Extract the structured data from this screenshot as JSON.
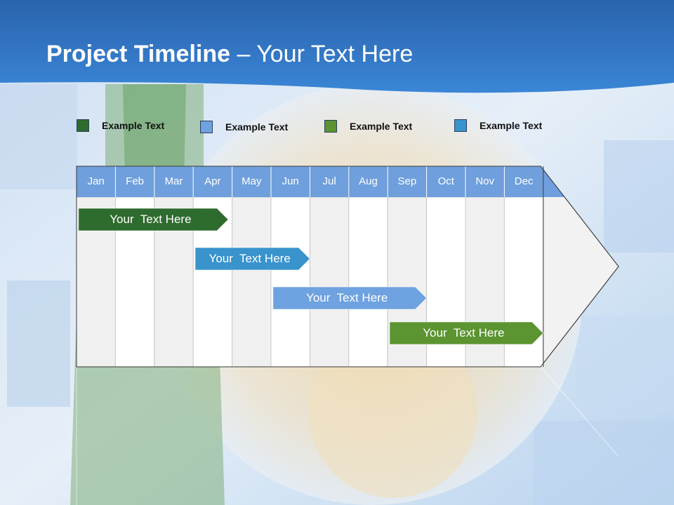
{
  "title": {
    "bold": "Project Timeline",
    "rest": " – Your Text Here"
  },
  "colors": {
    "dark_green": "#2e6b2e",
    "light_blue": "#6ea2e0",
    "olive_green": "#5b9430",
    "mid_blue": "#3993cc",
    "header_blue": "#6f9fdc",
    "banner_blue": "#2b6bb8"
  },
  "legend": [
    {
      "label": "Example Text",
      "color": "#2e6b2e"
    },
    {
      "label": "Example Text",
      "color": "#6ea2e0"
    },
    {
      "label": "Example Text",
      "color": "#5b9430"
    },
    {
      "label": "Example Text",
      "color": "#3993cc"
    }
  ],
  "months": [
    "Jan",
    "Feb",
    "Mar",
    "Apr",
    "May",
    "Jun",
    "Jul",
    "Aug",
    "Sep",
    "Oct",
    "Nov",
    "Dec"
  ],
  "tasks": [
    {
      "label": "Your  Text Here",
      "start": 0.05,
      "end": 3.9,
      "color": "#2e6b2e"
    },
    {
      "label": "Your  Text Here",
      "start": 3.05,
      "end": 6.0,
      "color": "#3993cc"
    },
    {
      "label": "Your  Text Here",
      "start": 5.05,
      "end": 9.0,
      "color": "#6ea2e0"
    },
    {
      "label": "Your  Text Here",
      "start": 8.05,
      "end": 12.0,
      "color": "#5b9430"
    }
  ]
}
